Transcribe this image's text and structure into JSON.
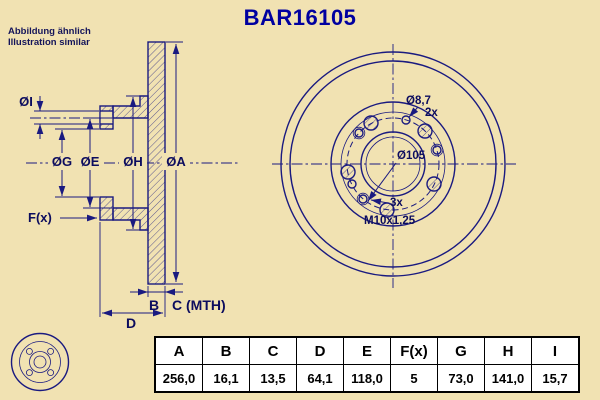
{
  "title": "BAR16105",
  "disclaimer": {
    "line1": "Abbildung ähnlich",
    "line2": "Illustration similar"
  },
  "section_view": {
    "labels": {
      "dia_i": "ØI",
      "dia_g": "ØG",
      "dia_e": "ØE",
      "dia_h": "ØH",
      "dia_a": "ØA",
      "f": "F(x)",
      "b": "B",
      "c": "C (MTH)",
      "d": "D"
    }
  },
  "front_view": {
    "labels": {
      "pin_hole_dia": "Ø8,7",
      "pin_hole_count": "2x",
      "bolt_circle_dia": "Ø105",
      "thread_count": "3x",
      "thread_spec": "M10x1,25"
    }
  },
  "table": {
    "headers": [
      "A",
      "B",
      "C",
      "D",
      "E",
      "F(x)",
      "G",
      "H",
      "I"
    ],
    "values": [
      "256,0",
      "16,1",
      "13,5",
      "64,1",
      "118,0",
      "5",
      "73,0",
      "141,0",
      "15,7"
    ]
  },
  "colors": {
    "background": "#f1e2b2",
    "line": "#1a1a80",
    "title": "#0000a0",
    "table_border": "#000000"
  }
}
